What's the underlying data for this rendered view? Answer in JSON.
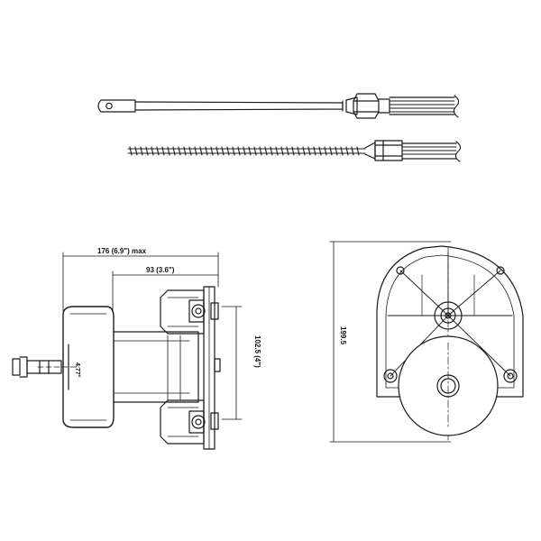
{
  "diagram": {
    "labels": {
      "overall_length": "176 (6.9\") max",
      "depth": "93 (3.6\")",
      "height": "102.5 (4\")",
      "shaft": "4.77°",
      "front_height": "199.5"
    },
    "colors": {
      "ink": "#1a1a1a",
      "background": "#ffffff"
    }
  }
}
